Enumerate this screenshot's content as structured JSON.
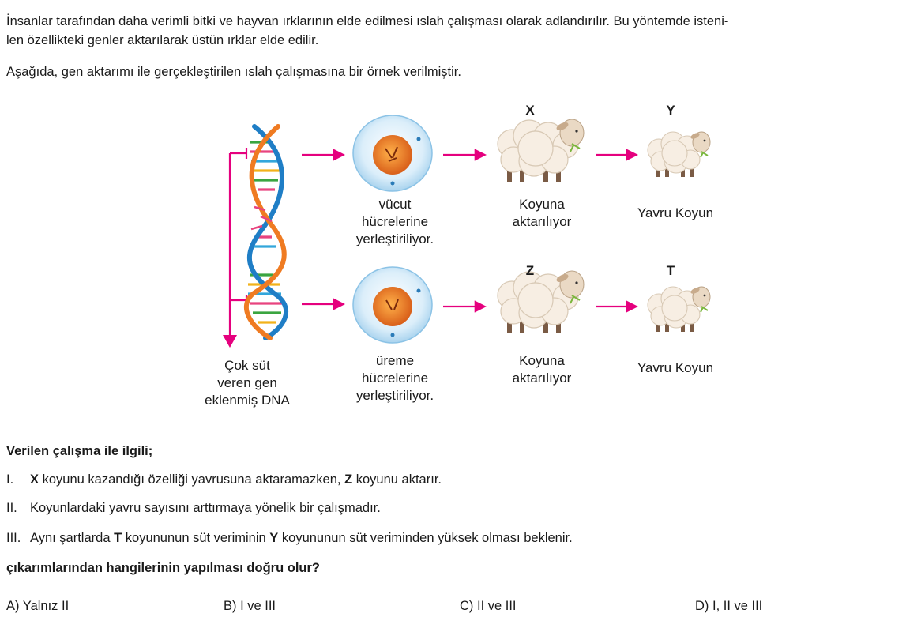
{
  "intro": {
    "line1": "İnsanlar tarafından daha verimli bitki ve hayvan ırklarının elde edilmesi ıslah çalışması olarak adlandırılır. Bu yöntemde isteni-",
    "line2": "len özellikteki genler aktarılarak üstün ırklar elde edilir.",
    "line3": "Aşağıda, gen aktarımı ile gerçekleştirilen ıslah çalışmasına bir örnek verilmiştir."
  },
  "diagram": {
    "dna_label": [
      "Çok süt",
      "veren gen",
      "eklenmiş DNA"
    ],
    "top_cell_label": [
      "vücut",
      "hücrelerine",
      "yerleştiriliyor."
    ],
    "bottom_cell_label": [
      "üreme",
      "hücrelerine",
      "yerleştiriliyor."
    ],
    "top_sheep_label": [
      "Koyuna",
      "aktarılıyor"
    ],
    "bottom_sheep_label": [
      "Koyuna",
      "aktarılıyor"
    ],
    "top_lamb_label": "Yavru Koyun",
    "bottom_lamb_label": "Yavru Koyun",
    "letter_x": "X",
    "letter_y": "Y",
    "letter_z": "Z",
    "letter_t": "T",
    "arrow_color": "#e5007e"
  },
  "question": {
    "lead": "Verilen çalışma ile ilgili;",
    "statements": [
      {
        "num": "I.",
        "bold_a": "X",
        "text_a": " koyunu kazandığı özelliği yavrusuna aktaramazken, ",
        "bold_b": "Z",
        "text_b": " koyunu aktarır."
      },
      {
        "num": "II.",
        "text": "Koyunlardaki yavru sayısını arttırmaya yönelik bir çalışmadır."
      },
      {
        "num": "III.",
        "text_a": "Aynı şartlarda ",
        "bold_a": "T",
        "text_b": " koyununun süt veriminin ",
        "bold_b": "Y",
        "text_c": " koyununun süt veriminden yüksek olması beklenir."
      }
    ],
    "prompt": "çıkarımlarından hangilerinin yapılması doğru olur?"
  },
  "choices": [
    "A) Yalnız II",
    "B) I ve III",
    "C) II ve III",
    "D) I, II ve III"
  ]
}
